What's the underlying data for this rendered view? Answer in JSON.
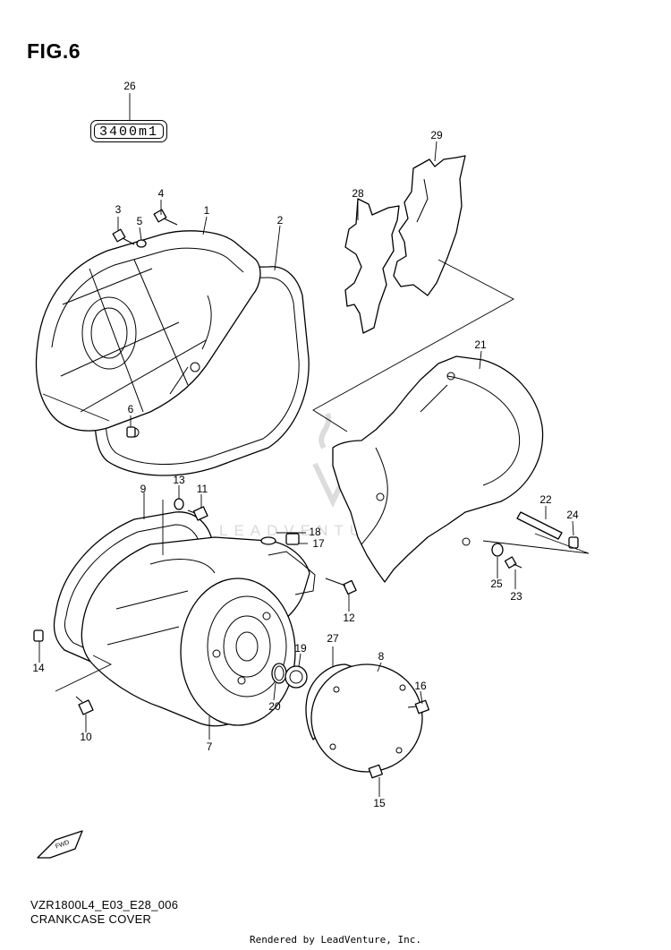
{
  "figure": {
    "title": "FIG.6",
    "model_code": "VZR1800L4_E03_E28_006",
    "description": "CRANKCASE COVER"
  },
  "sealant": {
    "callout": "26",
    "quantity": "3400m1"
  },
  "callouts": [
    {
      "id": "c1",
      "label": "1"
    },
    {
      "id": "c2",
      "label": "2"
    },
    {
      "id": "c3",
      "label": "3"
    },
    {
      "id": "c4",
      "label": "4"
    },
    {
      "id": "c5",
      "label": "5"
    },
    {
      "id": "c6",
      "label": "6"
    },
    {
      "id": "c7",
      "label": "7"
    },
    {
      "id": "c8",
      "label": "8"
    },
    {
      "id": "c9",
      "label": "9"
    },
    {
      "id": "c10",
      "label": "10"
    },
    {
      "id": "c11",
      "label": "11"
    },
    {
      "id": "c12",
      "label": "12"
    },
    {
      "id": "c13",
      "label": "13"
    },
    {
      "id": "c14",
      "label": "14"
    },
    {
      "id": "c15",
      "label": "15"
    },
    {
      "id": "c16",
      "label": "16"
    },
    {
      "id": "c17",
      "label": "17"
    },
    {
      "id": "c18",
      "label": "18"
    },
    {
      "id": "c19",
      "label": "19"
    },
    {
      "id": "c20",
      "label": "20"
    },
    {
      "id": "c21",
      "label": "21"
    },
    {
      "id": "c22",
      "label": "22"
    },
    {
      "id": "c23",
      "label": "23"
    },
    {
      "id": "c24",
      "label": "24"
    },
    {
      "id": "c25",
      "label": "25"
    },
    {
      "id": "c27",
      "label": "27"
    },
    {
      "id": "c28",
      "label": "28"
    },
    {
      "id": "c29",
      "label": "29"
    }
  ],
  "fwd_arrow": {
    "label": "FWD",
    "icon": "fwd-arrow-icon"
  },
  "watermark": {
    "text": "LEADVENTURE",
    "icon": "leadventure-logo-icon"
  },
  "credit": "Rendered by LeadVenture, Inc."
}
